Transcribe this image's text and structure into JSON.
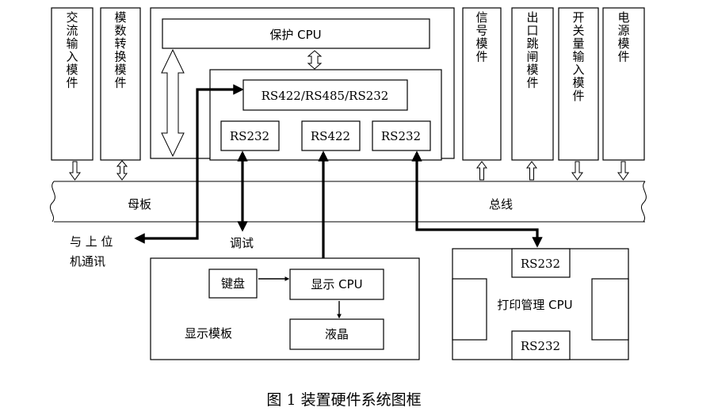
{
  "modules_left": [
    {
      "id": "ac-input",
      "chars": [
        "交",
        "流",
        "输",
        "入",
        "模",
        "件"
      ]
    },
    {
      "id": "ad-convert",
      "chars": [
        "模",
        "数",
        "转",
        "换",
        "模",
        "件"
      ]
    }
  ],
  "modules_right": [
    {
      "id": "signal",
      "chars": [
        "信",
        "号",
        "模",
        "件"
      ]
    },
    {
      "id": "trip-output",
      "chars": [
        "出",
        "口",
        "跳",
        "闸",
        "模",
        "件"
      ]
    },
    {
      "id": "switch-input",
      "chars": [
        "开",
        "关",
        "量",
        "输",
        "入",
        "模",
        "件"
      ]
    },
    {
      "id": "power",
      "chars": [
        "电",
        "源",
        "模",
        "件"
      ]
    }
  ],
  "cpu": {
    "protect_cpu": "保护 CPU",
    "rs_combo": "RS422/RS485/RS232",
    "rs232_a": "RS232",
    "rs422": "RS422",
    "rs232_b": "RS232"
  },
  "bus": {
    "motherboard": "母板",
    "bus": "总线"
  },
  "comm": {
    "upper_line1": "与 上 位",
    "upper_line2": "机通讯",
    "debug": "调试"
  },
  "display": {
    "keyboard": "键盘",
    "display_cpu": "显示 CPU",
    "lcd": "液晶",
    "module": "显示模板"
  },
  "print": {
    "rs232_top": "RS232",
    "cpu": "打印管理 CPU",
    "rs232_bottom": "RS232"
  },
  "caption": "图 1  装置硬件系统图框"
}
